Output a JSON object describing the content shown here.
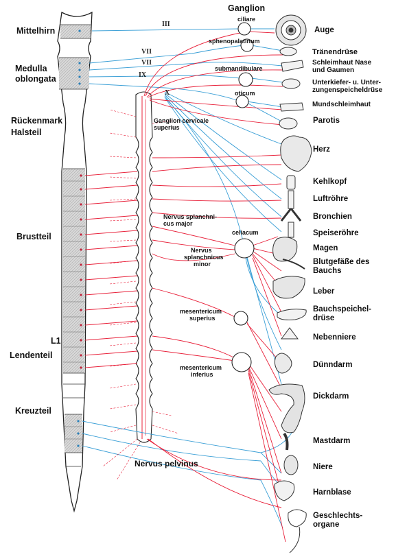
{
  "title": "Ganglion",
  "cord_labels": {
    "midbrain": "Mittelhirn",
    "medulla_line1": "Medulla",
    "medulla_line2": "oblongata",
    "cervical_line1": "Rückenmark",
    "cervical_line2": "Halsteil",
    "thoracic": "Brustteil",
    "l1": "L1",
    "lumbar": "Lendenteil",
    "sacral": "Kreuzteil"
  },
  "cranial_nerves": [
    "III",
    "VII",
    "VII",
    "IX",
    "X"
  ],
  "ganglia": {
    "ciliare": "ciliare",
    "sphenopalatinum": "sphenopalatinum",
    "submandibulare": "submandibulare",
    "oticum": "oticum",
    "cervicale_line1": "Ganglion cervicale",
    "cervicale_line2": "superius",
    "splanch_major_line1": "Nervus splanchni-",
    "splanch_major_line2": "cus major",
    "splanch_minor_line1": "Nervus",
    "splanch_minor_line2": "splanchnicus",
    "splanch_minor_line3": "minor",
    "celiacum": "celiacum",
    "mes_sup_line1": "mesentericum",
    "mes_sup_line2": "superius",
    "mes_inf_line1": "mesentericum",
    "mes_inf_line2": "inferius",
    "pelvinus": "Nervus pelvinus"
  },
  "organs": {
    "auge": "Auge",
    "traenendruese": "Tränendrüse",
    "schleimhaut_1": "Schleimhaut Nase",
    "schleimhaut_2": "und Gaumen",
    "unterkiefer_1": "Unterkiefer- u. Unter-",
    "unterkiefer_2": "zungenspeicheldrüse",
    "mundschleimhaut": "Mundschleimhaut",
    "parotis": "Parotis",
    "herz": "Herz",
    "kehlkopf": "Kehlkopf",
    "luftroehre": "Luftröhre",
    "bronchien": "Bronchien",
    "speiseroehre": "Speiseröhre",
    "magen": "Magen",
    "blutgefaesse_1": "Blutgefäße des",
    "blutgefaesse_2": "Bauchs",
    "leber": "Leber",
    "bauchspeichel_1": "Bauchspeichel-",
    "bauchspeichel_2": "drüse",
    "nebenniere": "Nebenniere",
    "duenndarm": "Dünndarm",
    "dickdarm": "Dickdarm",
    "mastdarm": "Mastdarm",
    "niere": "Niere",
    "harnblase": "Harnblase",
    "geschlechts_1": "Geschlechts-",
    "geschlechts_2": "organe"
  },
  "colors": {
    "sympathetic": "#e8213a",
    "parasympathetic": "#3a9fd6",
    "cord_shade": "#c9c9c9",
    "outline": "#222222"
  }
}
